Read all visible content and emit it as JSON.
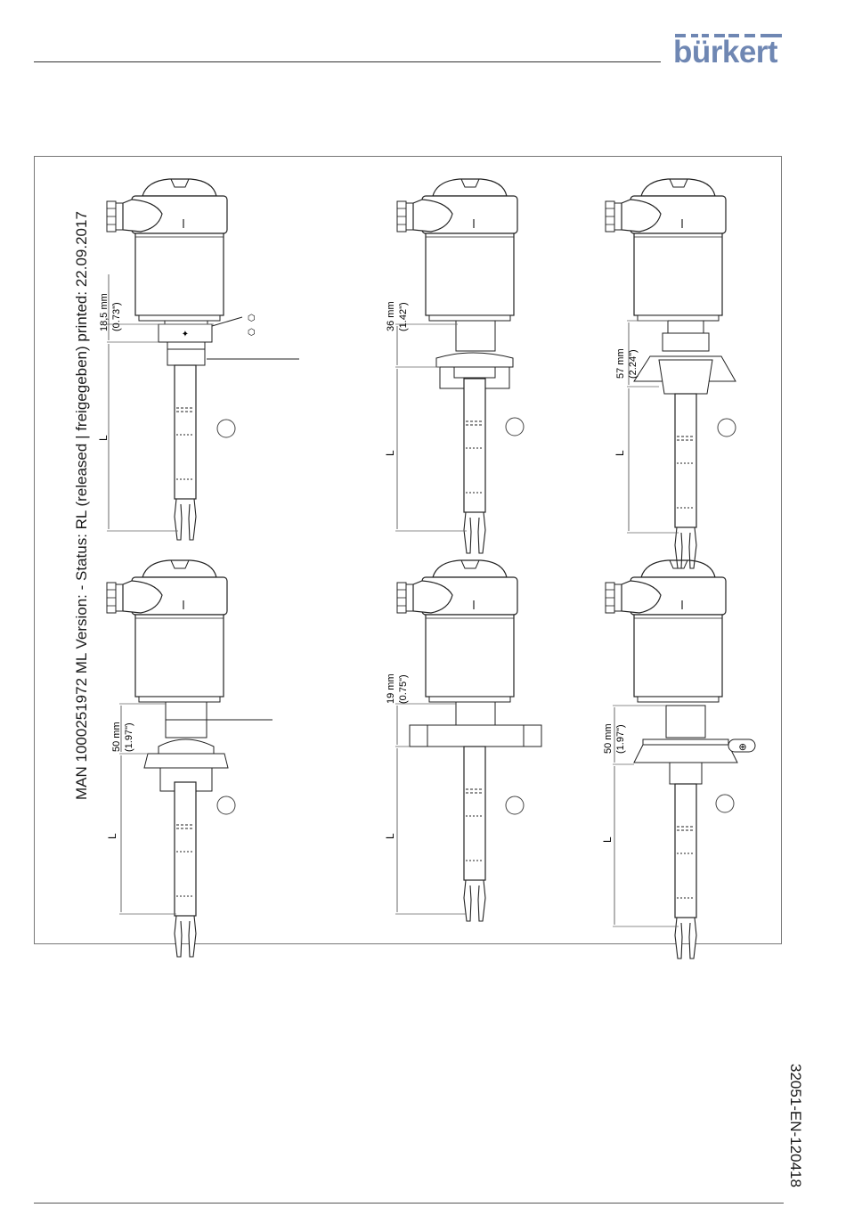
{
  "header": {
    "brand": "bürkert",
    "document_status": "MAN  1000251972  ML  Version: - Status: RL (released | freigegeben)  printed: 22.09.2017"
  },
  "footer": {
    "document_code": "32051-EN-120418"
  },
  "drawings": [
    {
      "name": "thread-version",
      "dimension_mm": "18,5 mm",
      "dimension_in": "(0.73\")",
      "length_label": "L"
    },
    {
      "name": "clamp-36-version",
      "dimension_mm": "36 mm",
      "dimension_in": "(1.42\")",
      "length_label": "L"
    },
    {
      "name": "hygienic-57-version",
      "dimension_mm": "57 mm",
      "dimension_in": "(2.24\")",
      "length_label": "L"
    },
    {
      "name": "clamp-50-version",
      "dimension_mm": "50 mm",
      "dimension_in": "(1.97\")",
      "length_label": "L"
    },
    {
      "name": "flange-version",
      "dimension_mm": "19 mm",
      "dimension_in": "(0.75\")",
      "length_label": "L"
    },
    {
      "name": "varivent-version",
      "dimension_mm": "50 mm",
      "dimension_in": "(1.97\")",
      "length_label": "L"
    }
  ]
}
